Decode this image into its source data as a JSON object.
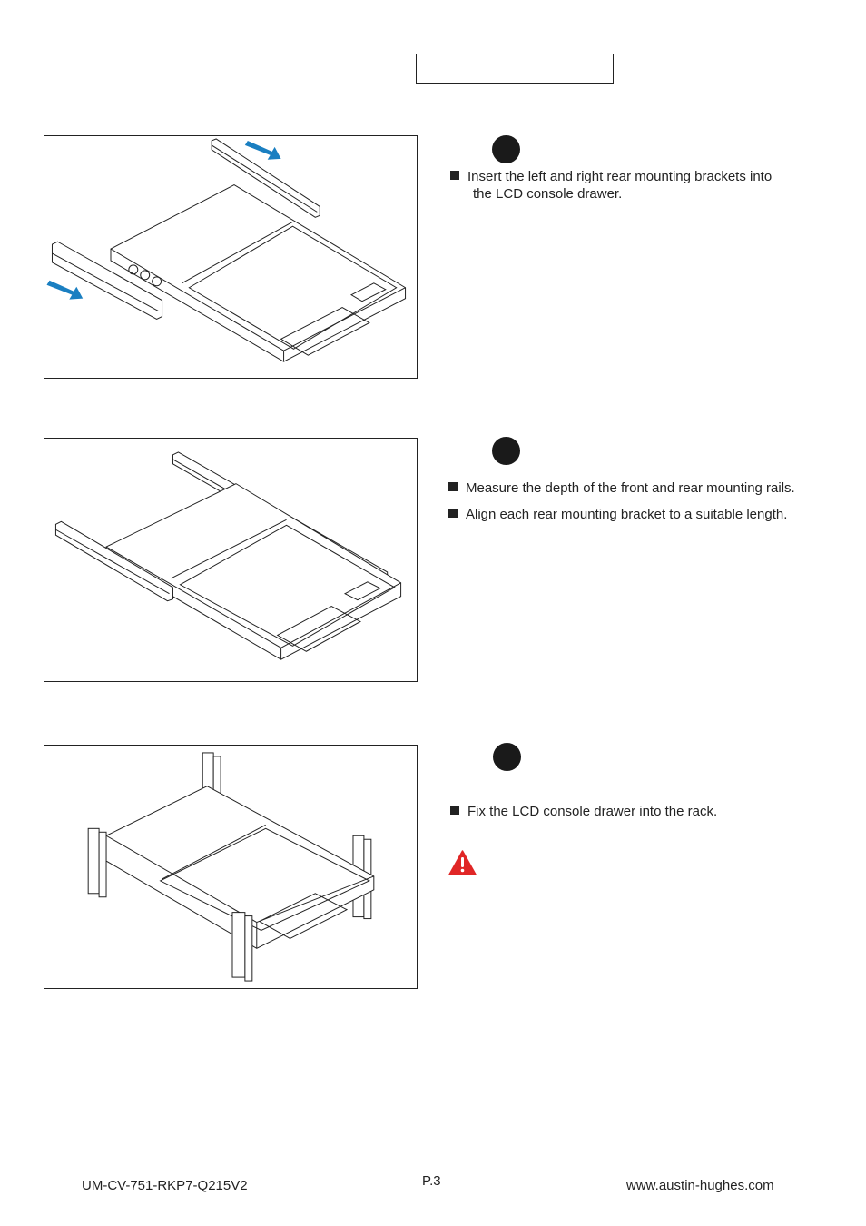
{
  "steps": [
    {
      "bullets": [
        {
          "line1": "Insert the left and right rear mounting brackets into",
          "line2": "the LCD console drawer."
        }
      ]
    },
    {
      "bullets": [
        {
          "line1": "Measure the depth of the front and rear mounting rails."
        },
        {
          "line1": "Align each rear mounting bracket to a suitable length."
        }
      ]
    },
    {
      "bullets": [
        {
          "line1": "Fix the LCD console drawer into the rack."
        }
      ]
    }
  ],
  "colors": {
    "arrow": "#1a7fc1",
    "warning": "#e02626",
    "step_dot": "#1a1a1a"
  },
  "icons": {
    "warning": "warning-triangle-icon",
    "arrow": "blue-arrow-icon"
  },
  "footer": {
    "doc_id": "UM-CV-751-RKP7-Q215V2",
    "page": "P.3",
    "website": "www.austin-hughes.com"
  }
}
